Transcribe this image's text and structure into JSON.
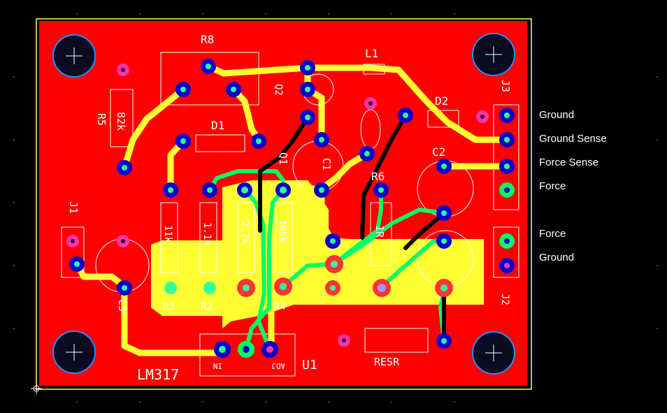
{
  "board": {
    "colors": {
      "background": "#000000",
      "copper_pour": "#ff0000",
      "outline": "#ffff55",
      "trace_top": "#ffff33",
      "trace_green": "#00ff66",
      "trace_black": "#000000",
      "pad_ring": "#0000cc",
      "pad_center": "#33ff99",
      "via": "#ff33aa",
      "mount_hole": "#1e90ff",
      "silk": "#ffffff"
    }
  },
  "silkscreen": {
    "r8": "R8",
    "r5": "R5",
    "r5_value": "82k",
    "q2": "Q2",
    "l1": "L1",
    "d2": "D2",
    "d1": "D1",
    "j3": "J3",
    "c2": "C2",
    "q1": "Q1",
    "r6": "R6",
    "c1": "C1",
    "r6_value": "1R",
    "j1": "J1",
    "c3": "C3",
    "r3": "R3",
    "r2": "R2",
    "r4": "R4",
    "r3_value": "11k",
    "r2_value": "1.1k",
    "r1_value": "2.7k",
    "r4_value": "100k",
    "j2": "J2",
    "resr": "RESR",
    "lm317": "LM317",
    "u1": "U1",
    "u1_in": "IN",
    "u1_adj": "ADJ"
  },
  "net_labels": [
    "Ground",
    "Ground Sense",
    "Force Sense",
    "Force",
    "Force",
    "Ground"
  ]
}
